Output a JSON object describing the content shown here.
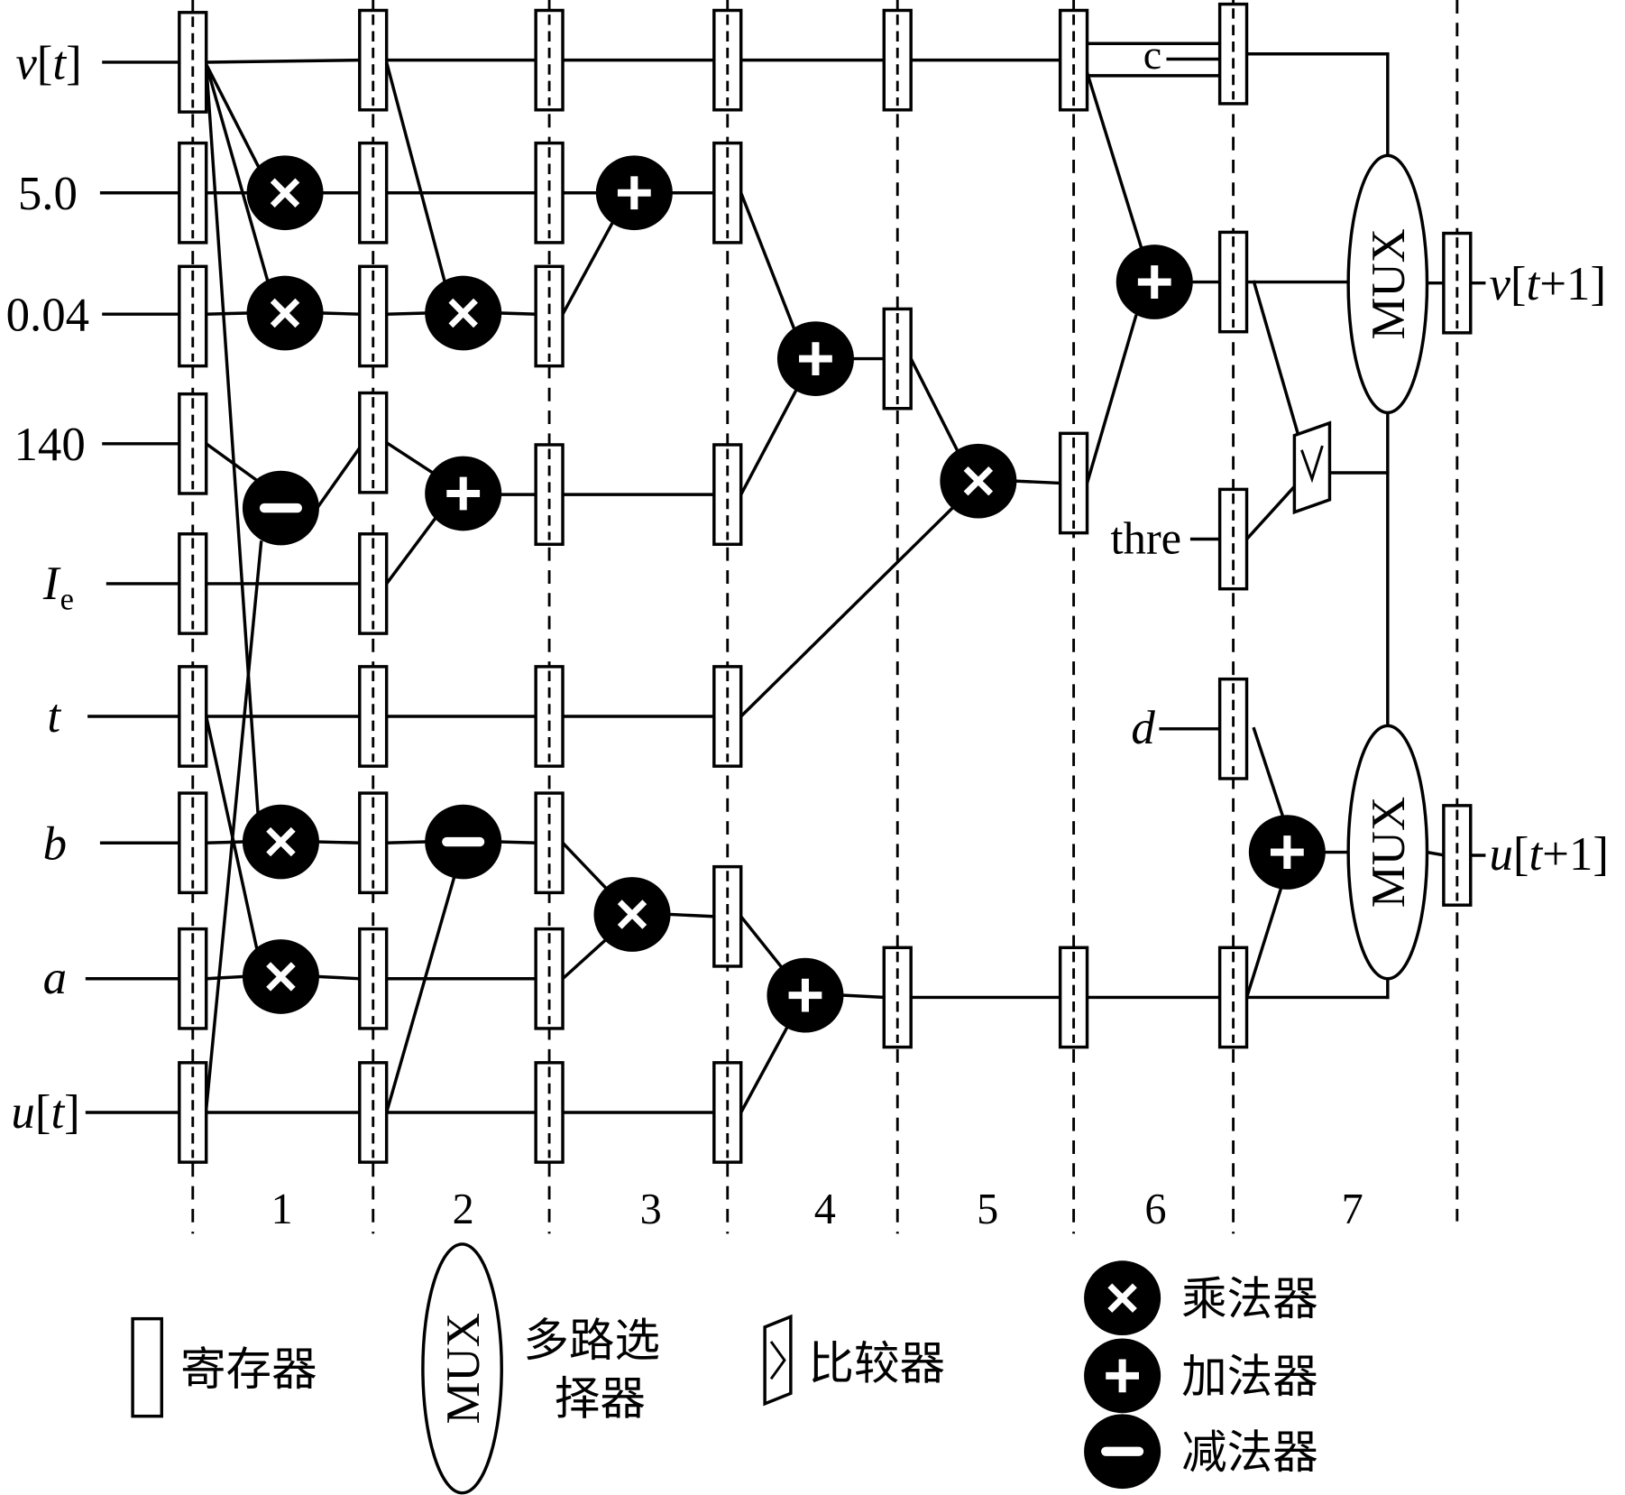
{
  "inputs": [
    {
      "label": "v[t]"
    },
    {
      "label": "5.0"
    },
    {
      "label": "0.04"
    },
    {
      "label": "140"
    },
    {
      "label": "I",
      "subscript": "e"
    },
    {
      "label": "t"
    },
    {
      "label": "b"
    },
    {
      "label": "a"
    },
    {
      "label": "u[t]"
    }
  ],
  "outputs": {
    "v": "v[t+1]",
    "u": "u[t+1]"
  },
  "params": {
    "c": "c",
    "threshold": "thre",
    "d": "d"
  },
  "stages": [
    "1",
    "2",
    "3",
    "4",
    "5",
    "6",
    "7"
  ],
  "mux_label": "MUX",
  "legend": {
    "register": "寄存器",
    "mux_lines": [
      "多路选",
      "择器"
    ],
    "comparator": "比较器",
    "multiplier": "乘法器",
    "adder": "加法器",
    "subtractor": "减法器"
  }
}
